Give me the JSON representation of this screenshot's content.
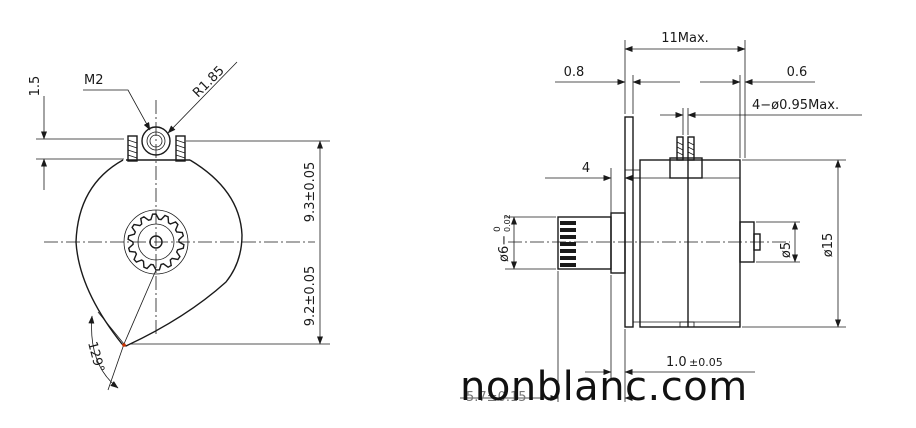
{
  "left_view": {
    "dim_top_offset": "1.5",
    "label_screw": "M2",
    "label_radius": "R1.85",
    "dim_upper": "9.3±0.05",
    "dim_lower": "9.2±0.05",
    "dim_angle": "129°"
  },
  "right_view": {
    "dim_length_max": "11Max.",
    "dim_flange": "0.8",
    "dim_rear_gap": "0.6",
    "dim_pins": "4−ø0.95Max.",
    "dim_gear_len": "4",
    "dim_gear_dia": "ø6−",
    "dim_gear_tol": "0",
    "dim_gear_tol_low": "0.02",
    "dim_boss_dia": "ø5",
    "dim_body_dia": "ø15",
    "dim_shaft_ext": "1.0",
    "dim_shaft_ext_tol": "±0.05",
    "dim_overall": "5.7±0.15"
  },
  "watermark": "nonblanc.com"
}
